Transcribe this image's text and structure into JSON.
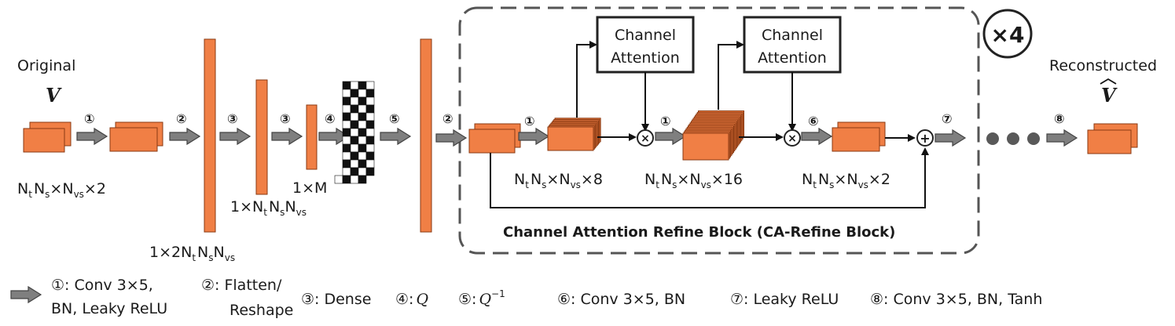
{
  "labels": {
    "original": "Original",
    "v_symbol": "V",
    "reconstructed": "Reconstructed",
    "v_hat_symbol": "V",
    "block_title": "Channel Attention Refine Block (CA-Refine Block)",
    "repeat": "×4",
    "channel_attention_top": "Channel",
    "channel_attention_bottom": "Attention",
    "one_by_m": "1×M"
  },
  "step_markers": [
    "①",
    "②",
    "③",
    "④",
    "⑤",
    "⑥",
    "⑦",
    "⑧"
  ],
  "dims": {
    "input": {
      "a": "N",
      "a_sub": "t",
      "b": "N",
      "b_sub": "s",
      "c": "×N",
      "c_sub": "vs",
      "d": "×2"
    },
    "flat": {
      "pre": "1×2N",
      "a_sub": "t",
      "b": "N",
      "b_sub": "s",
      "c": "N",
      "c_sub": "vs"
    },
    "dense": {
      "pre": "1×N",
      "a_sub": "t",
      "b": "N",
      "b_sub": "s",
      "c": "N",
      "c_sub": "vs"
    },
    "ca8": {
      "a": "N",
      "a_sub": "t",
      "b": "N",
      "b_sub": "s",
      "c": "×N",
      "c_sub": "vs",
      "d": "×8"
    },
    "ca16": {
      "a": "N",
      "a_sub": "t",
      "b": "N",
      "b_sub": "s",
      "c": "×N",
      "c_sub": "vs",
      "d": "×16"
    },
    "ca2": {
      "a": "N",
      "a_sub": "t",
      "b": "N",
      "b_sub": "s",
      "c": "×N",
      "c_sub": "vs",
      "d": "×2"
    }
  },
  "legend": {
    "l1_line1": "①: Conv 3×5,",
    "l1_line2": "BN, Leaky ReLU",
    "l2_line1": "②: Flatten/",
    "l2_line2": "Reshape",
    "l3": "③: Dense",
    "l4_prefix": "④:",
    "l4_symbol": "Q",
    "l5_prefix": "⑤:",
    "l5_symbol": "Q",
    "l5_sup": "−1",
    "l6": "⑥: Conv 3×5, BN",
    "l7": "⑦: Leaky ReLU",
    "l8": "⑧: Conv 3×5, BN, Tanh"
  },
  "colors": {
    "block_fill": "#f07f45",
    "block_stroke": "#8a3a12",
    "arrow_fill": "#7f7f7f",
    "arrow_stroke": "#444444",
    "dashed": "#555555",
    "dots": "#595959"
  }
}
